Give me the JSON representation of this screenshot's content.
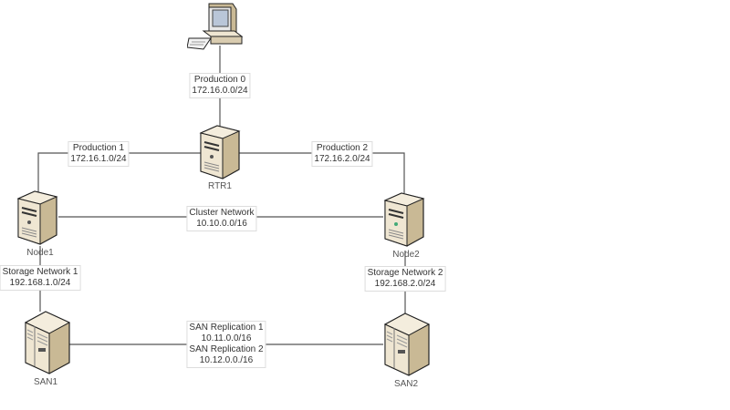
{
  "diagram": {
    "devices": [
      {
        "id": "workstation",
        "type": "workstation",
        "name": ""
      },
      {
        "id": "rtr1",
        "type": "server-tower",
        "name": "RTR1"
      },
      {
        "id": "node1",
        "type": "server-tower",
        "name": "Node1"
      },
      {
        "id": "node2",
        "type": "server-tower",
        "name": "Node2"
      },
      {
        "id": "san1",
        "type": "storage-cabinet",
        "name": "SAN1"
      },
      {
        "id": "san2",
        "type": "storage-cabinet",
        "name": "SAN2"
      }
    ],
    "networks": [
      {
        "id": "prod0",
        "name": "Production 0",
        "subnet": "172.16.0.0/24",
        "connects": [
          "workstation",
          "rtr1"
        ]
      },
      {
        "id": "prod1",
        "name": "Production 1",
        "subnet": "172.16.1.0/24",
        "connects": [
          "rtr1",
          "node1"
        ]
      },
      {
        "id": "prod2",
        "name": "Production 2",
        "subnet": "172.16.2.0/24",
        "connects": [
          "rtr1",
          "node2"
        ]
      },
      {
        "id": "cluster",
        "name": "Cluster Network",
        "subnet": "10.10.0.0/16",
        "connects": [
          "node1",
          "node2"
        ]
      },
      {
        "id": "stor1",
        "name": "Storage Network 1",
        "subnet": "192.168.1.0/24",
        "connects": [
          "node1",
          "san1"
        ]
      },
      {
        "id": "stor2",
        "name": "Storage Network 2",
        "subnet": "192.168.2.0/24",
        "connects": [
          "node2",
          "san2"
        ]
      },
      {
        "id": "sanrep",
        "name": "SAN Replication 1",
        "subnet": "10.11.0.0/16",
        "name2": "SAN Replication 2",
        "subnet2": "10.12.0.0./16",
        "connects": [
          "san1",
          "san2"
        ]
      }
    ],
    "colors": {
      "line": "#555555",
      "device_face": "#efe6d2",
      "device_side": "#c9b995",
      "device_outline": "#222222"
    }
  }
}
